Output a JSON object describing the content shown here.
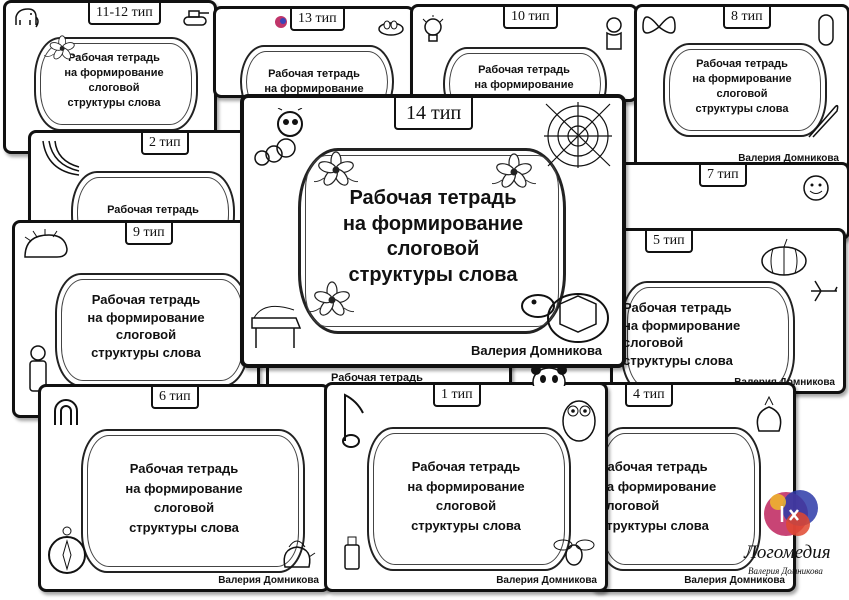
{
  "workbook_title_full": "Рабочая тетрадь\nна формирование\nслоговой\nструктуры слова",
  "workbook_title_partial": "Рабочая тетрадь\nна формирование",
  "workbook_title_line1": "Рабочая тетрадь",
  "author": "Валерия Домникова",
  "cards": {
    "t11_12": "11-12 тип",
    "t13": "13 тип",
    "t10": "10 тип",
    "t8": "8 тип",
    "t2": "2 тип",
    "t14": "14 тип",
    "t7": "7 тип",
    "t9": "9 тип",
    "t5": "5 тип",
    "t6": "6 тип",
    "t1": "1 тип",
    "t4": "4 тип"
  },
  "logo": {
    "name": "Логомедия",
    "subtitle": "Валерия Домникова"
  },
  "icons": [
    "elephant-icon",
    "tank-icon",
    "nest-icon",
    "lightbulb-icon",
    "butterfly-icon",
    "sausage-icon",
    "safety-pin-icon",
    "banana-icon",
    "snail-icon",
    "spider-web-icon",
    "hedgehog-icon",
    "pumpkin-icon",
    "piano-icon",
    "turtle-icon",
    "magnet-icon",
    "compass-icon",
    "kettle-icon",
    "music-note-icon",
    "owl-icon",
    "bag-icon",
    "fly-icon",
    "panda-icon",
    "onion-icon"
  ]
}
